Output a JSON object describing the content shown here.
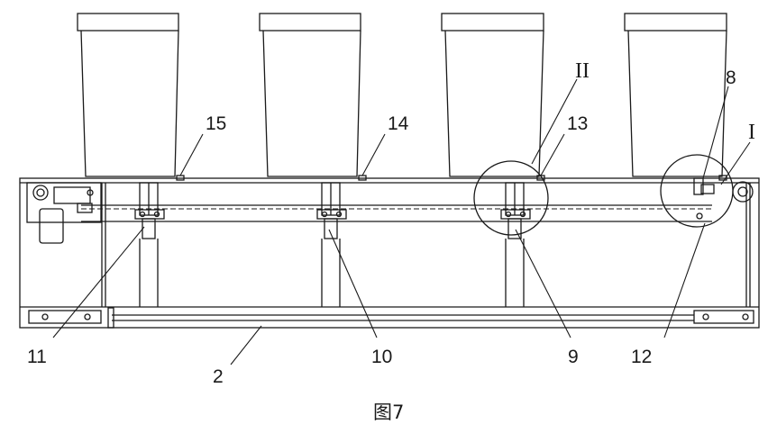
{
  "figure": {
    "caption": "图7",
    "callouts": {
      "c2": "2",
      "c8": "8",
      "c9": "9",
      "c10": "10",
      "c11": "11",
      "c12": "12",
      "c13": "13",
      "c14": "14",
      "c15": "15",
      "detail_I": "I",
      "detail_II": "II"
    }
  },
  "colors": {
    "line": "#1a1a1a",
    "background": "#ffffff"
  }
}
